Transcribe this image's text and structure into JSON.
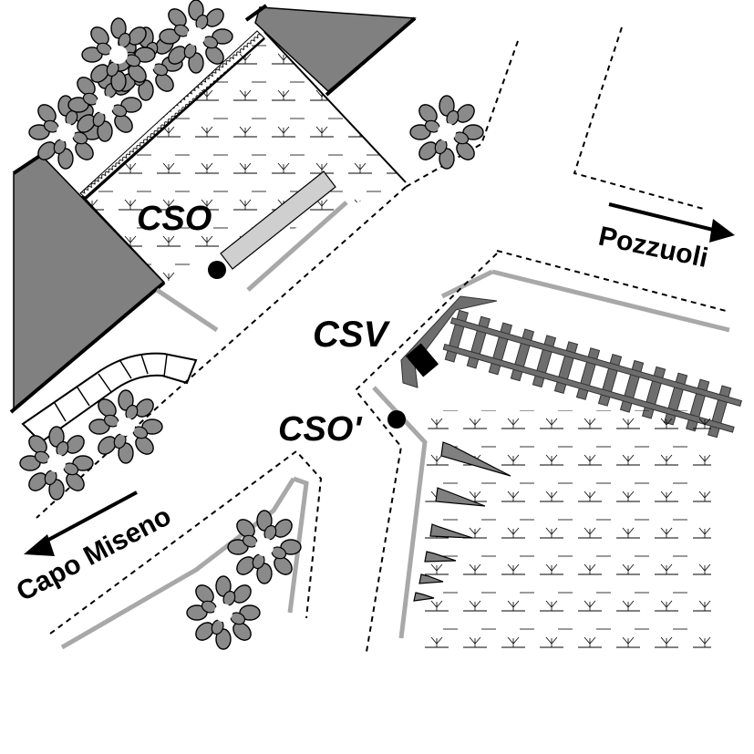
{
  "labels": {
    "site_upper": "CSO",
    "site_middle": "CSV",
    "site_lower": "CSO'"
  },
  "directions": {
    "east": "Pozzuoli",
    "west": "Capo Miseno"
  },
  "colors": {
    "ink": "#000000",
    "roof": "#808080",
    "tree": "#8a8a8a",
    "road_edge": "#a8a8a8",
    "rail": "#6e6e6e",
    "structure": "#cfcfcf"
  }
}
